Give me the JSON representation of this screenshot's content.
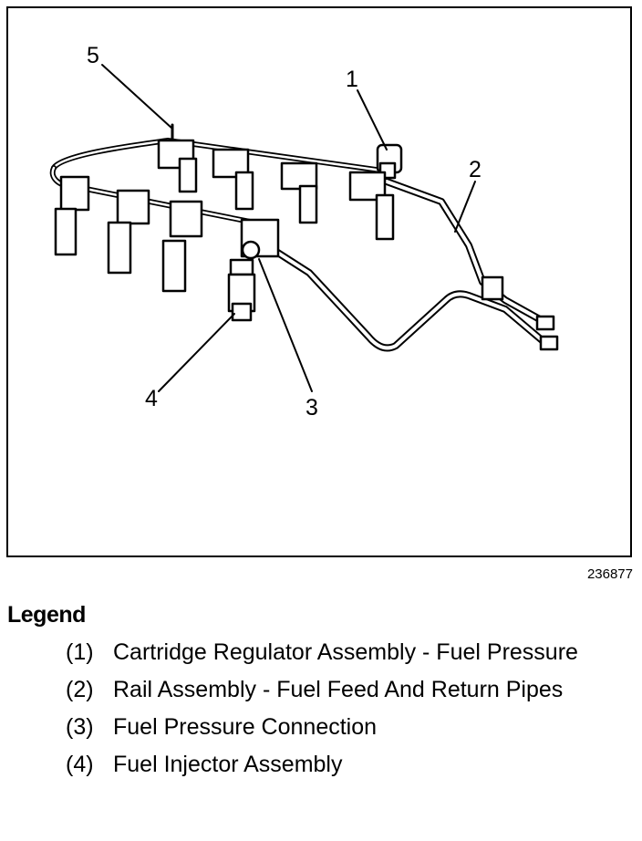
{
  "figure": {
    "callouts": [
      "1",
      "2",
      "3",
      "4",
      "5"
    ],
    "figure_id": "236877"
  },
  "legend": {
    "title": "Legend",
    "items": [
      {
        "num": "(1)",
        "text": "Cartridge Regulator Assembly - Fuel Pressure"
      },
      {
        "num": "(2)",
        "text": "Rail Assembly - Fuel Feed And Return Pipes"
      },
      {
        "num": "(3)",
        "text": "Fuel Pressure Connection"
      },
      {
        "num": "(4)",
        "text": "Fuel Injector Assembly"
      }
    ]
  }
}
